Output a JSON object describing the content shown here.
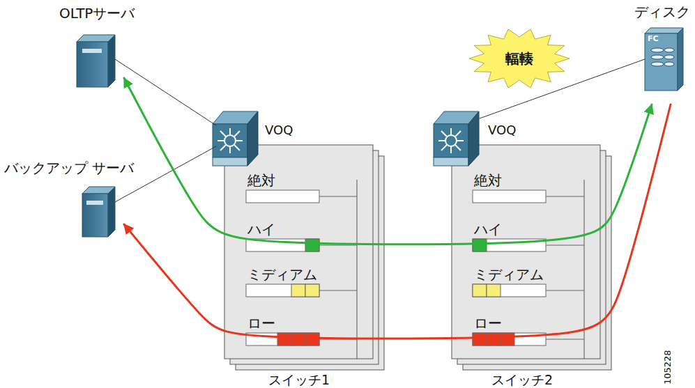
{
  "diagram": {
    "nodes": [
      {
        "text": [
          "OLTPサーバ"
        ]
      },
      {
        "text": [
          "バックアップ サーバ"
        ]
      },
      {
        "text": [
          "VOQ",
          "スイッチ1"
        ]
      },
      {
        "text": [
          "絶対"
        ],
        "in": 2
      },
      {
        "text": [
          "ハイ"
        ],
        "in": 2
      },
      {
        "text": [
          "ミディアム"
        ],
        "in": 2
      },
      {
        "text": [
          "ロー"
        ],
        "in": 2
      },
      {
        "text": [
          "VOQ",
          "スイッチ2"
        ]
      },
      {
        "text": [
          "絶対"
        ],
        "in": 7
      },
      {
        "text": [
          "ハイ"
        ],
        "in": 7
      },
      {
        "text": [
          "ミディアム"
        ],
        "in": 7
      },
      {
        "text": [
          "ロー"
        ],
        "in": 7
      },
      {
        "text": [
          "ディスク",
          "FC"
        ]
      },
      {
        "text": [
          "輻輳"
        ]
      }
    ],
    "edges": [
      {
        "from": 0,
        "to": 2,
        "arrow": "none"
      },
      {
        "from": 1,
        "to": 2,
        "arrow": "none"
      },
      {
        "from": 7,
        "to": 12,
        "arrow": "none"
      },
      {
        "from": 12,
        "to": 0,
        "arrow": "both"
      },
      {
        "from": 12,
        "to": 1,
        "arrow": "to"
      }
    ],
    "labels": [
      "105228"
    ]
  }
}
